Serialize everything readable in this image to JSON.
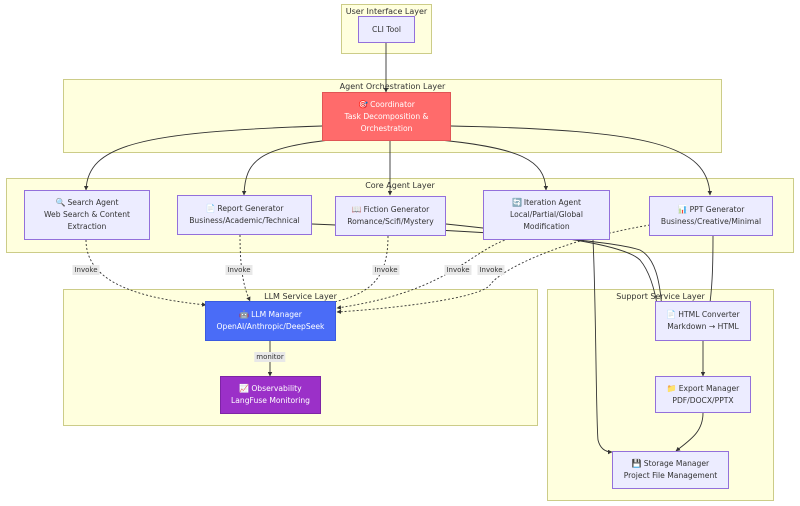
{
  "layers": {
    "ui": "User Interface Layer",
    "orchestration": "Agent Orchestration Layer",
    "core": "Core Agent Layer",
    "llm": "LLM Service Layer",
    "support": "Support Service Layer"
  },
  "nodes": {
    "cli": {
      "line1": "CLI Tool"
    },
    "coordinator": {
      "icon": "🎯",
      "line1": "Coordinator",
      "line2": "Task Decomposition &",
      "line3": "Orchestration"
    },
    "search": {
      "icon": "🔍",
      "line1": "Search Agent",
      "line2": "Web Search & Content",
      "line3": "Extraction"
    },
    "report": {
      "icon": "📄",
      "line1": "Report Generator",
      "line2": "Business/Academic/Technical"
    },
    "fiction": {
      "icon": "📖",
      "line1": "Fiction Generator",
      "line2": "Romance/Scifi/Mystery"
    },
    "iteration": {
      "icon": "🔄",
      "line1": "Iteration Agent",
      "line2": "Local/Partial/Global",
      "line3": "Modification"
    },
    "ppt": {
      "icon": "📊",
      "line1": "PPT Generator",
      "line2": "Business/Creative/Minimal"
    },
    "llm_manager": {
      "icon": "🤖",
      "line1": "LLM Manager",
      "line2": "OpenAI/Anthropic/DeepSeek"
    },
    "observability": {
      "icon": "📈",
      "line1": "Observability",
      "line2": "LangFuse Monitoring"
    },
    "html_converter": {
      "icon": "📄",
      "line1": "HTML Converter",
      "line2": "Markdown → HTML"
    },
    "export_manager": {
      "icon": "📁",
      "line1": "Export Manager",
      "line2": "PDF/DOCX/PPTX"
    },
    "storage_manager": {
      "icon": "💾",
      "line1": "Storage Manager",
      "line2": "Project File Management"
    }
  },
  "edge_labels": {
    "invoke": "Invoke",
    "monitor": "monitor"
  },
  "colors": {
    "layer_bg": "#ffffde",
    "node_bg": "#ececff",
    "coordinator": "#ff6b6b",
    "llm_manager": "#4a6cf7",
    "observability": "#9b30c8"
  }
}
